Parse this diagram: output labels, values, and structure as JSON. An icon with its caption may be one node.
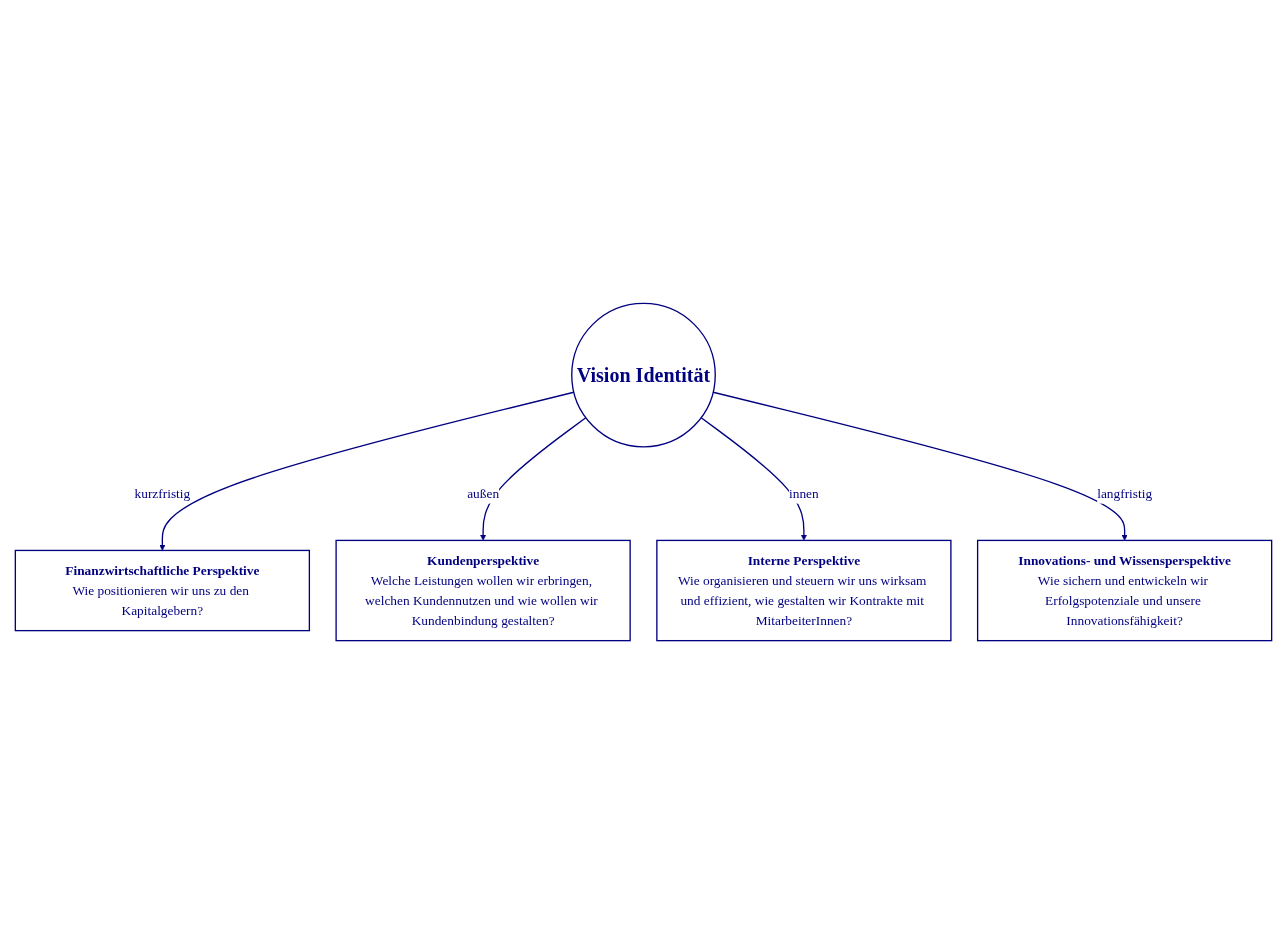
{
  "diagram": {
    "nodes": [
      {
        "text": [
          "Finanzwirtschaftliche Perspektive",
          "Wie positionieren wir uns zu den Kapitalgebern?"
        ]
      },
      {
        "text": [
          "Kundenperspektive",
          "Welche Leistungen wollen wir erbringen, welchen Kundennutzen und wie wollen wir Kundenbindung gestalten?"
        ]
      },
      {
        "text": [
          "Vision Identität"
        ]
      },
      {
        "text": [
          "Interne Perspektive",
          "Wie organisieren und steuern wir uns wirksam und effizient, wie gestalten wir Kontrakte mit MitarbeiterInnen?"
        ]
      },
      {
        "text": [
          "Innovations- und Wissensperspektive",
          "Wie sichern und entwickeln wir Erfolgspotenziale und unsere Innovationsfähigkeit?"
        ]
      }
    ],
    "edges": [
      {
        "from": 2,
        "to": 0,
        "arrow": "to",
        "label": "kurzfristig"
      },
      {
        "from": 2,
        "to": 1,
        "arrow": "to",
        "label": "außen"
      },
      {
        "from": 2,
        "to": 3,
        "arrow": "to",
        "label": "innen"
      },
      {
        "from": 2,
        "to": 4,
        "arrow": "to",
        "label": "langfristig"
      }
    ]
  }
}
